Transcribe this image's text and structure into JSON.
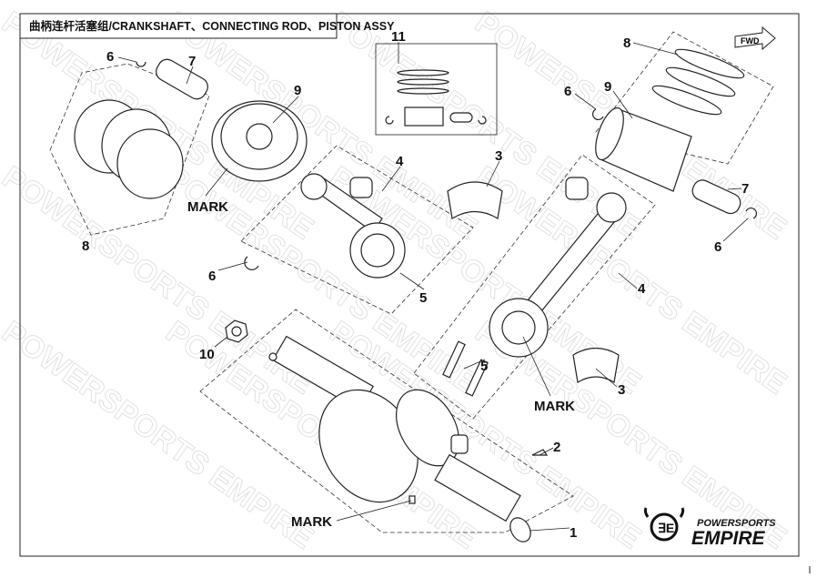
{
  "title": "曲柄连杆活塞组/CRANKSHAFT、CONNECTING ROD、PISTON ASSY",
  "watermark": "POWERSPORTS EMPIRE",
  "logo": {
    "line1": "POWERSPORTS",
    "line2": "EMPIRE"
  },
  "fwd_label": "FWD",
  "callouts": {
    "c6a": "6",
    "c7a": "7",
    "c9a": "9",
    "c8a": "8",
    "marka": "MARK",
    "c4a": "4",
    "c3a": "3",
    "c6b": "6",
    "c5a": "5",
    "c10": "10",
    "c11": "11",
    "c8b": "8",
    "c6c": "6",
    "c9b": "9",
    "c7b": "7",
    "c6d": "6",
    "c4b": "4",
    "c5b": "5",
    "c3b": "3",
    "markb": "MARK",
    "c2": "2",
    "markc": "MARK",
    "c1": "1"
  }
}
